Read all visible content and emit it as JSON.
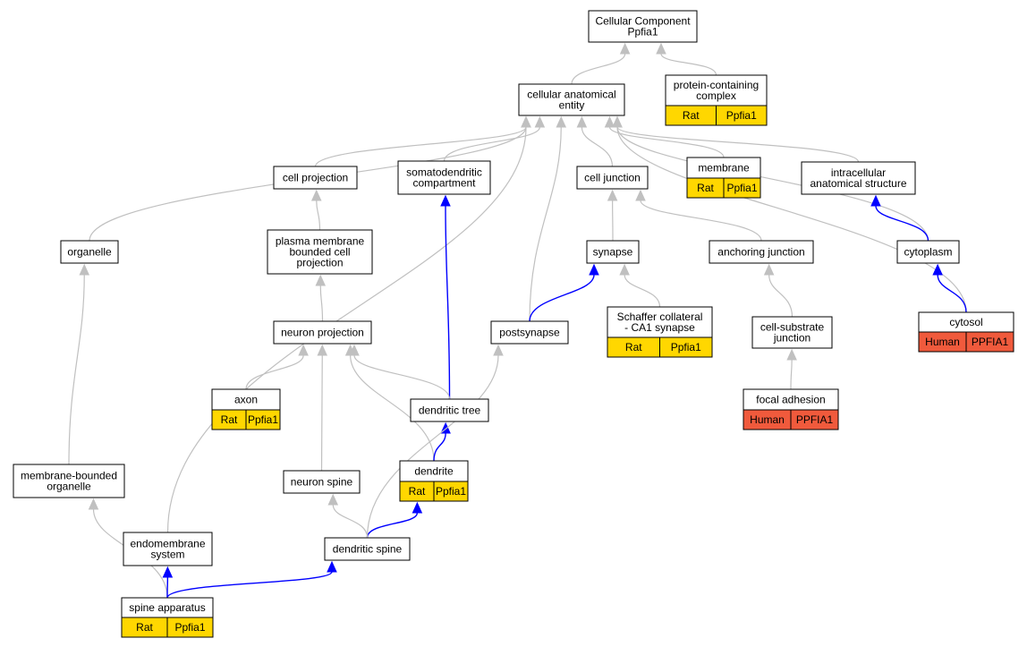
{
  "nodes": {
    "root": {
      "lines": [
        "Cellular Component",
        "Ppfia1"
      ]
    },
    "cae": {
      "lines": [
        "cellular anatomical",
        "entity"
      ]
    },
    "pcc": {
      "lines": [
        "protein-containing",
        "complex"
      ],
      "tags": [
        "Rat",
        "Ppfia1"
      ],
      "species": "rat"
    },
    "cellproj": {
      "lines": [
        "cell projection"
      ]
    },
    "somato": {
      "lines": [
        "somatodendritic",
        "compartment"
      ]
    },
    "celljunction": {
      "lines": [
        "cell junction"
      ]
    },
    "membrane": {
      "lines": [
        "membrane"
      ],
      "tags": [
        "Rat",
        "Ppfia1"
      ],
      "species": "rat"
    },
    "iastruct": {
      "lines": [
        "intracellular",
        "anatomical structure"
      ]
    },
    "organelle": {
      "lines": [
        "organelle"
      ]
    },
    "pmbcp": {
      "lines": [
        "plasma membrane",
        "bounded cell",
        "projection"
      ]
    },
    "synapse": {
      "lines": [
        "synapse"
      ]
    },
    "anchoring": {
      "lines": [
        "anchoring junction"
      ]
    },
    "cytoplasm": {
      "lines": [
        "cytoplasm"
      ]
    },
    "neuronproj": {
      "lines": [
        "neuron projection"
      ]
    },
    "postsynapse": {
      "lines": [
        "postsynapse"
      ]
    },
    "schaffer": {
      "lines": [
        "Schaffer collateral",
        "- CA1 synapse"
      ],
      "tags": [
        "Rat",
        "Ppfia1"
      ],
      "species": "rat"
    },
    "cellsub": {
      "lines": [
        "cell-substrate",
        "junction"
      ]
    },
    "cytosol": {
      "lines": [
        "cytosol"
      ],
      "tags": [
        "Human",
        "PPFIA1"
      ],
      "species": "human"
    },
    "axon": {
      "lines": [
        "axon"
      ],
      "tags": [
        "Rat",
        "Ppfia1"
      ],
      "species": "rat"
    },
    "dentree": {
      "lines": [
        "dendritic tree"
      ]
    },
    "focal": {
      "lines": [
        "focal adhesion"
      ],
      "tags": [
        "Human",
        "PPFIA1"
      ],
      "species": "human"
    },
    "mbo": {
      "lines": [
        "membrane-bounded",
        "organelle"
      ]
    },
    "neuronspine": {
      "lines": [
        "neuron spine"
      ]
    },
    "dendrite": {
      "lines": [
        "dendrite"
      ],
      "tags": [
        "Rat",
        "Ppfia1"
      ],
      "species": "rat"
    },
    "endomem": {
      "lines": [
        "endomembrane",
        "system"
      ]
    },
    "denspine": {
      "lines": [
        "dendritic spine"
      ]
    },
    "spineapp": {
      "lines": [
        "spine apparatus"
      ],
      "tags": [
        "Rat",
        "Ppfia1"
      ],
      "species": "rat"
    }
  },
  "edges": [
    {
      "from": "cae",
      "to": "root",
      "color": "gray"
    },
    {
      "from": "pcc",
      "to": "root",
      "color": "gray"
    },
    {
      "from": "cellproj",
      "to": "cae",
      "color": "gray"
    },
    {
      "from": "somato",
      "to": "cae",
      "color": "gray"
    },
    {
      "from": "celljunction",
      "to": "cae",
      "color": "gray"
    },
    {
      "from": "membrane",
      "to": "cae",
      "color": "gray"
    },
    {
      "from": "iastruct",
      "to": "cae",
      "color": "gray"
    },
    {
      "from": "organelle",
      "to": "cae",
      "color": "gray"
    },
    {
      "from": "endomem",
      "to": "cae",
      "color": "gray"
    },
    {
      "from": "postsynapse",
      "to": "cae",
      "color": "gray"
    },
    {
      "from": "cytoplasm",
      "to": "cae",
      "color": "gray"
    },
    {
      "from": "cytosol",
      "to": "cae",
      "color": "gray"
    },
    {
      "from": "pmbcp",
      "to": "cellproj",
      "color": "gray"
    },
    {
      "from": "neuronproj",
      "to": "pmbcp",
      "color": "gray"
    },
    {
      "from": "synapse",
      "to": "celljunction",
      "color": "gray"
    },
    {
      "from": "anchoring",
      "to": "celljunction",
      "color": "gray"
    },
    {
      "from": "cellsub",
      "to": "anchoring",
      "color": "gray"
    },
    {
      "from": "focal",
      "to": "cellsub",
      "color": "gray"
    },
    {
      "from": "schaffer",
      "to": "synapse",
      "color": "gray"
    },
    {
      "from": "postsynapse",
      "to": "synapse",
      "color": "blue"
    },
    {
      "from": "cytoplasm",
      "to": "iastruct",
      "color": "blue"
    },
    {
      "from": "cytosol",
      "to": "cytoplasm",
      "color": "blue"
    },
    {
      "from": "dentree",
      "to": "somato",
      "color": "blue"
    },
    {
      "from": "axon",
      "to": "neuronproj",
      "color": "gray"
    },
    {
      "from": "dentree",
      "to": "neuronproj",
      "color": "gray"
    },
    {
      "from": "neuronspine",
      "to": "neuronproj",
      "color": "gray"
    },
    {
      "from": "dendrite",
      "to": "neuronproj",
      "color": "gray"
    },
    {
      "from": "dendrite",
      "to": "dentree",
      "color": "blue"
    },
    {
      "from": "mbo",
      "to": "organelle",
      "color": "gray"
    },
    {
      "from": "spineapp",
      "to": "mbo",
      "color": "gray"
    },
    {
      "from": "spineapp",
      "to": "endomem",
      "color": "blue"
    },
    {
      "from": "spineapp",
      "to": "denspine",
      "color": "blue"
    },
    {
      "from": "denspine",
      "to": "neuronspine",
      "color": "gray"
    },
    {
      "from": "denspine",
      "to": "dendrite",
      "color": "blue"
    },
    {
      "from": "denspine",
      "to": "postsynapse",
      "color": "gray"
    }
  ],
  "colors": {
    "rat": "#ffd700",
    "human": "#f05a3c",
    "is_a_edge": "#c0c0c0",
    "part_of_edge": "#0000ff"
  }
}
